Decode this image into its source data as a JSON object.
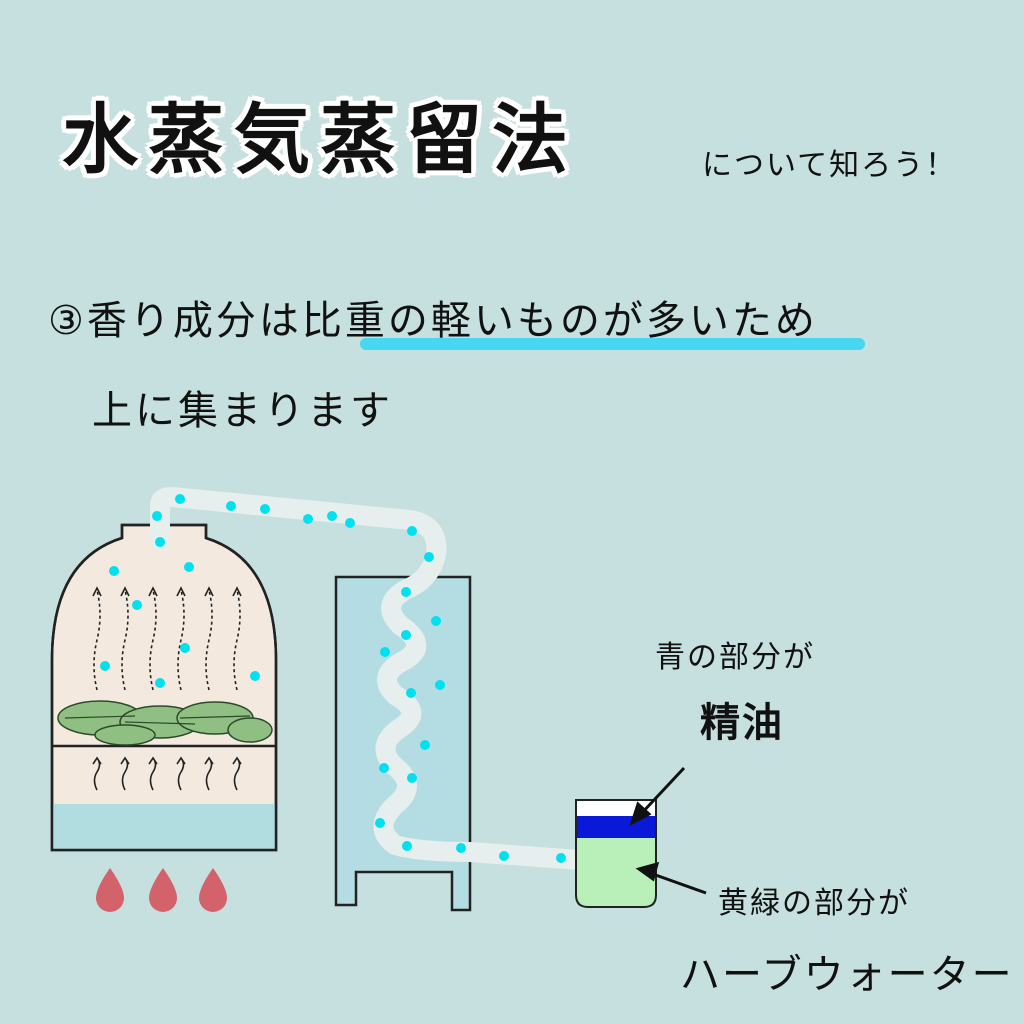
{
  "title": "水蒸気蒸留法",
  "subtitle": "について知ろう！",
  "step_line1": "③香り成分は比重の軽いものが多いため",
  "step_line2": "上に集まります",
  "label_blue_1": "青の部分が",
  "label_blue_2": "精油",
  "label_green_1": "黄緑の部分が",
  "label_green_2": "ハーブウォーター",
  "colors": {
    "background": "#c5e0df",
    "highlight": "#3ad6f2",
    "vessel": "#f3e9de",
    "water": "#b1dce0",
    "condenser": "#b3dde3",
    "pipe": "#e6eeee",
    "droplet": "#00e1f0",
    "flame": "#d4626a",
    "leaf": "#8fbf83",
    "oil": "#0a18d8",
    "herb_water": "#b9efb8"
  }
}
